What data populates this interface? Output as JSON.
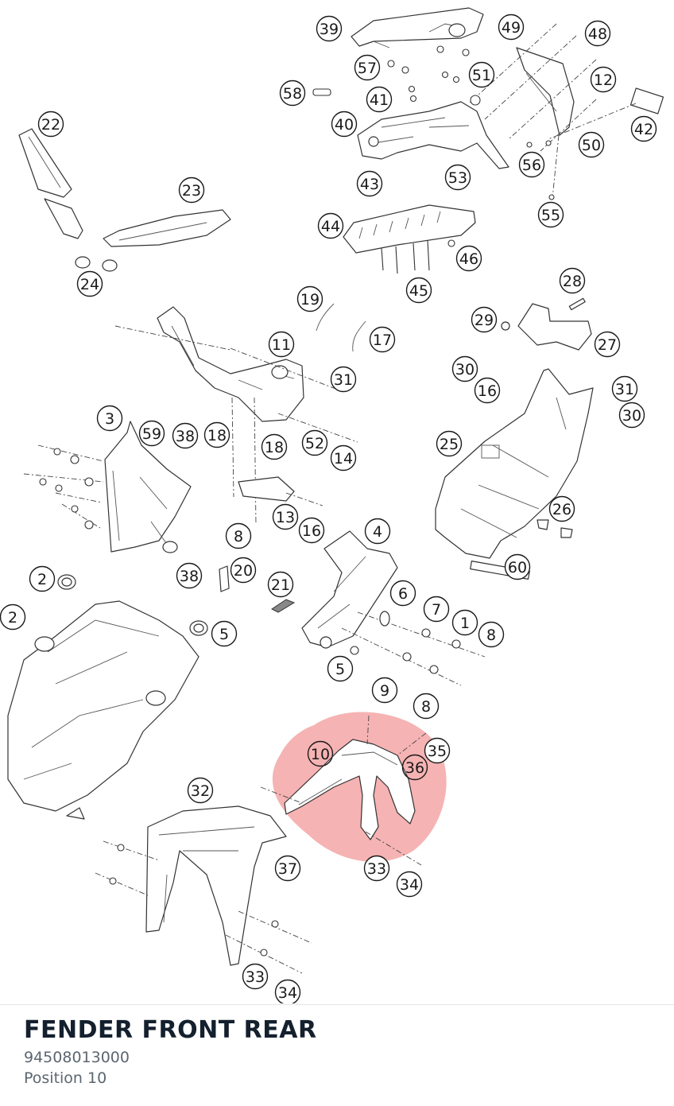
{
  "part": {
    "title": "FENDER FRONT REAR",
    "number": "94508013000",
    "position": "Position 10"
  },
  "highlight": {
    "label": "10",
    "color": "#f08080"
  },
  "callouts": [
    "39",
    "49",
    "48",
    "57",
    "51",
    "58",
    "41",
    "12",
    "22",
    "40",
    "42",
    "50",
    "56",
    "43",
    "53",
    "23",
    "55",
    "44",
    "46",
    "24",
    "45",
    "28",
    "19",
    "29",
    "17",
    "11",
    "27",
    "30",
    "31",
    "16",
    "30",
    "31",
    "3",
    "59",
    "38",
    "18",
    "25",
    "18",
    "52",
    "14",
    "13",
    "16",
    "26",
    "8",
    "4",
    "60",
    "38",
    "20",
    "2",
    "21",
    "5",
    "6",
    "7",
    "1",
    "2",
    "8",
    "5",
    "9",
    "8",
    "35",
    "10",
    "36",
    "32",
    "37",
    "33",
    "34",
    "33",
    "34"
  ]
}
